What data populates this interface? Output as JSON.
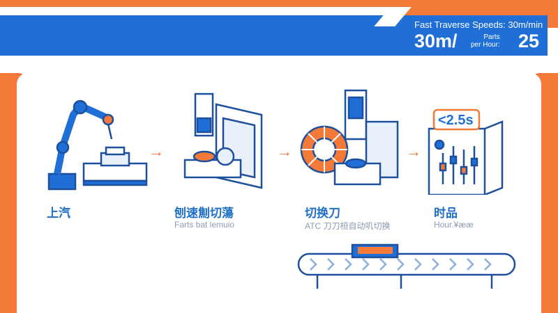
{
  "header": {
    "stat_title": "Fast Traverse Speeds: 30m/min",
    "speed_big": "30m/",
    "parts_label_line1": "Parts",
    "parts_label_line2": "per Hour:",
    "parts_value": "25"
  },
  "steps": [
    {
      "title": "上汽",
      "subtitle": "",
      "icon": "robot-arm-icon"
    },
    {
      "title": "刨速劁切蕩",
      "subtitle": "Farts bat lemuio",
      "icon": "milling-machine-icon"
    },
    {
      "title": "切换刀",
      "subtitle": "ATC 刀刀桓自动叽切换",
      "icon": "tool-changer-icon"
    },
    {
      "title": "时品",
      "subtitle": "Hour.¥ææ",
      "icon": "control-panel-icon",
      "badge": "<2.5s"
    }
  ],
  "colors": {
    "accent": "#f47a3a",
    "primary": "#1f6fd6",
    "text_blue": "#1d6fc8"
  }
}
